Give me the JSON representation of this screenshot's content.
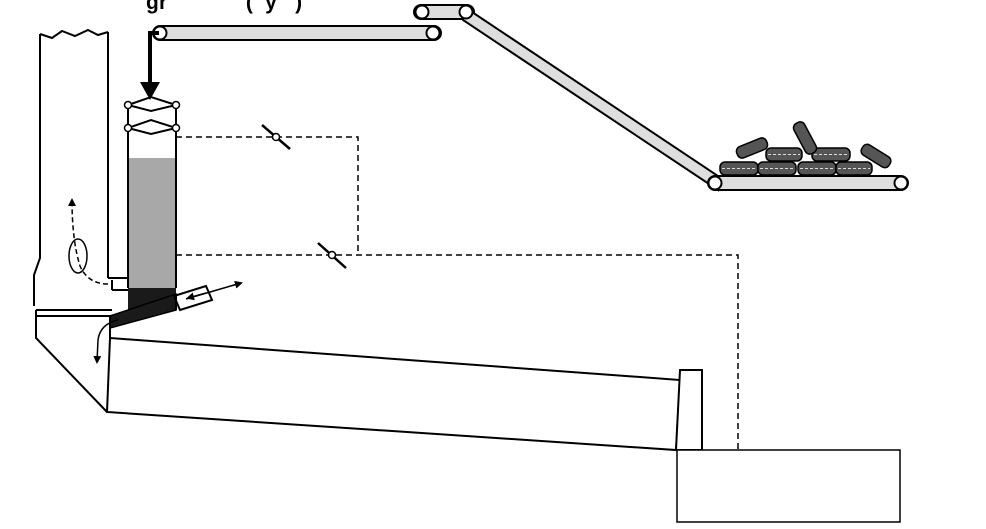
{
  "title": {
    "visible_fragment": "gr             (  y   )"
  },
  "colors": {
    "stroke": "#000000",
    "conveyor_fill": "#dedede",
    "fill_gray": "#a8a8a9",
    "fill_dark": "#1a1a1a",
    "background": "#ffffff"
  },
  "components": [
    "upper-horizontal-conveyor",
    "inclined-conveyor",
    "lower-conveyor-with-tires",
    "tire-pile",
    "feed-arrow",
    "vertical-feed-chute",
    "double-flap-valves",
    "kiln-inlet-stack",
    "pusher-ram",
    "ram-stroke-arrow",
    "rotary-kiln",
    "kiln-end-riser",
    "control-box",
    "damper-valves",
    "gas-flow-arrows"
  ]
}
